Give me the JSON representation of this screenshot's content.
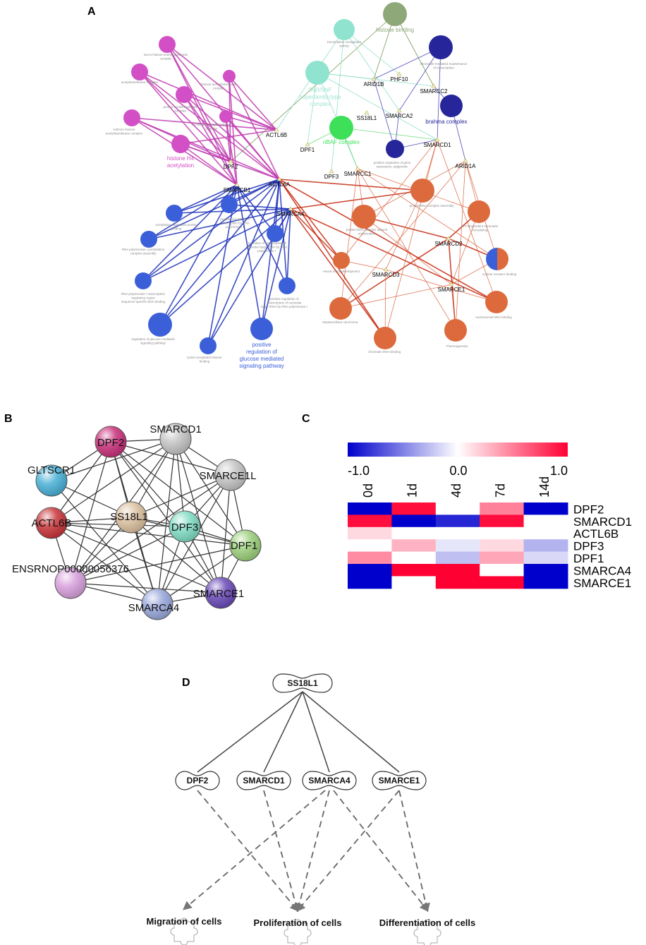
{
  "panels": {
    "a": "A",
    "b": "B",
    "c": "C",
    "d": "D"
  },
  "colors": {
    "magenta": "#d24fc6",
    "teal": "#8fe3cf",
    "green": "#3ee05a",
    "olive": "#8fa87a",
    "navy": "#26269a",
    "blue": "#3b5fd9",
    "orange": "#dd6a3c",
    "red_edge": "#c62a10",
    "heat_blue": "#0000cc",
    "heat_red": "#ff0033"
  },
  "panel_a": {
    "nodes": [
      {
        "id": "histone-binding",
        "cluster": "olive",
        "label": "histone binding",
        "big": true
      },
      {
        "id": "transcription-coregulator",
        "cluster": "teal",
        "label": "transcription coregulator activity"
      },
      {
        "id": "swi-snf",
        "cluster": "teal",
        "label": "SWI/SNF superfamily-type complex",
        "big": true
      },
      {
        "id": "nbaf",
        "cluster": "green",
        "label": "nBAF complex",
        "big": true
      },
      {
        "id": "chromatin-maintenance",
        "cluster": "navy",
        "label": "chromatin-mediated maintenance of transcription"
      },
      {
        "id": "brahma",
        "cluster": "navy",
        "label": "brahma complex",
        "big": true
      },
      {
        "id": "positive-regulation-gene",
        "cluster": "navy",
        "label": "positive regulation of gene expression, epigenetic"
      },
      {
        "id": "nua4",
        "cluster": "magenta",
        "label": "NuA4 histone acetyltransferase complex"
      },
      {
        "id": "acetyltransferase-complex",
        "cluster": "magenta",
        "label": "acetyltransferase complex"
      },
      {
        "id": "histone-acetyltransferase-complex",
        "cluster": "magenta",
        "label": "histone acetyltransferase complex"
      },
      {
        "id": "protein-acetyltransferase-complex",
        "cluster": "magenta",
        "label": "protein acetyltransferase complex"
      },
      {
        "id": "h4-histone",
        "cluster": "magenta",
        "label": "H4 histone acetyltransferase complex"
      },
      {
        "id": "h4h2a",
        "cluster": "magenta",
        "label": "H4/H2A histone acetyltransferase complex"
      },
      {
        "id": "histone-h4-acetylation",
        "cluster": "magenta",
        "label": "histone H4 acetylation",
        "big": true
      },
      {
        "id": "acetylation-dependent",
        "cluster": "blue",
        "label": "acetylation-dependent protein binding"
      },
      {
        "id": "pos-reg-pol1",
        "cluster": "blue",
        "label": "positive regulation of transcription by RNA polymerase I"
      },
      {
        "id": "pol1-preinit",
        "cluster": "blue",
        "label": "RNA polymerase I preinitiation complex assembly"
      },
      {
        "id": "reg-nucleolar",
        "cluster": "blue",
        "label": "regulation of transcription of nucleolar large rRNA by RNA polymerase I"
      },
      {
        "id": "pol1-regulatory",
        "cluster": "blue",
        "label": "RNA polymerase I transcription regulatory region sequence-specific DNA binding"
      },
      {
        "id": "pos-reg-nucleolar",
        "cluster": "blue",
        "label": "positive regulation of transcription of nucleolar large rRNA by RNA polymerase I"
      },
      {
        "id": "reg-glucose",
        "cluster": "blue",
        "label": "regulation of glucose mediated signaling pathway"
      },
      {
        "id": "lysine-acetylated",
        "cluster": "blue",
        "label": "lysine-acetylated histone binding"
      },
      {
        "id": "pos-reg-glucose",
        "cluster": "blue",
        "label": "positive regulation of glucose mediated signaling pathway",
        "big": true
      },
      {
        "id": "protein-dna-complex-subunit",
        "cluster": "orange",
        "label": "protein-DNA complex subunit organization"
      },
      {
        "id": "protein-dna-complex-assembly",
        "cluster": "orange",
        "label": "protein-DNA complex assembly"
      },
      {
        "id": "atp-remodeling",
        "cluster": "orange",
        "label": "ATP-dependent chromatin remodeling"
      },
      {
        "id": "neural-retina",
        "cluster": "orange",
        "label": "neural retina development"
      },
      {
        "id": "nuclear-receptor",
        "cluster": "orange",
        "label": "nuclear receptor binding"
      },
      {
        "id": "nucleosomal",
        "cluster": "orange",
        "label": "nucleosomal DNA binding"
      },
      {
        "id": "hcc",
        "cluster": "orange",
        "label": "Hepatocellular carcinoma"
      },
      {
        "id": "chromatin-dna",
        "cluster": "orange",
        "label": "chromatin DNA binding"
      },
      {
        "id": "thermogenesis",
        "cluster": "orange",
        "label": "Thermogenesis"
      }
    ],
    "genes": [
      "ARID1B",
      "PHF10",
      "SMARCC2",
      "SS18L1",
      "SMARCA2",
      "ACTL6B",
      "DPF1",
      "SMARCD1",
      "ARID1A",
      "DPF2",
      "ACTL6A",
      "DPF3",
      "SMARCC1",
      "SMARCB1",
      "SMARCA4",
      "SMARCD2",
      "SMARCD3",
      "SMARCE1"
    ]
  },
  "panel_b": {
    "nodes": [
      {
        "id": "DPF2",
        "label": "DPF2",
        "color": "#c8307a"
      },
      {
        "id": "SMARCD1",
        "label": "SMARCD1",
        "color": "#c4c4c4"
      },
      {
        "id": "GLTSCR1",
        "label": "GLTSCR1",
        "color": "#4ab0d6"
      },
      {
        "id": "SMARCE1L",
        "label": "SMARCE1L",
        "color": "#c4c4c4"
      },
      {
        "id": "ACTL6B",
        "label": "ACTL6B",
        "color": "#c8353a"
      },
      {
        "id": "SS18L1",
        "label": "SS18L1",
        "color": "#dcc0a0"
      },
      {
        "id": "DPF3",
        "label": "DPF3",
        "color": "#80dcc4"
      },
      {
        "id": "DPF1",
        "label": "DPF1",
        "color": "#9cd07c"
      },
      {
        "id": "ENSRNOP00000056376",
        "label": "ENSRNOP00000056376",
        "color": "#d8a0dc"
      },
      {
        "id": "SMARCA4",
        "label": "SMARCA4",
        "color": "#9aa8dc"
      },
      {
        "id": "SMARCE1",
        "label": "SMARCE1",
        "color": "#6a4ab8"
      }
    ]
  },
  "panel_c": {
    "scale": {
      "min_label": "-1.0",
      "mid_label": "0.0",
      "max_label": "1.0"
    },
    "columns": [
      "0d",
      "1d",
      "4d",
      "7d",
      "14d"
    ],
    "rows": [
      "DPF2",
      "SMARCD1",
      "ACTL6B",
      "DPF3",
      "DPF1",
      "SMARCA4",
      "SMARCE1"
    ],
    "values": [
      [
        -1.0,
        0.95,
        0.0,
        0.5,
        -1.0
      ],
      [
        0.95,
        -1.0,
        -0.85,
        0.95,
        0.0
      ],
      [
        0.15,
        0.0,
        0.0,
        0.0,
        0.0
      ],
      [
        0.0,
        0.3,
        -0.1,
        0.15,
        -0.3
      ],
      [
        0.45,
        0.0,
        -0.25,
        0.35,
        -0.15
      ],
      [
        -1.0,
        1.0,
        1.0,
        0.0,
        -1.0
      ],
      [
        -1.0,
        0.0,
        1.0,
        1.0,
        -1.0
      ]
    ]
  },
  "panel_d": {
    "root": "SS18L1",
    "genes": [
      "DPF2",
      "SMARCD1",
      "SMARCA4",
      "SMARCE1"
    ],
    "outcomes": [
      "Migration of cells",
      "Proliferation of cells",
      "Differentiation of cells"
    ]
  }
}
